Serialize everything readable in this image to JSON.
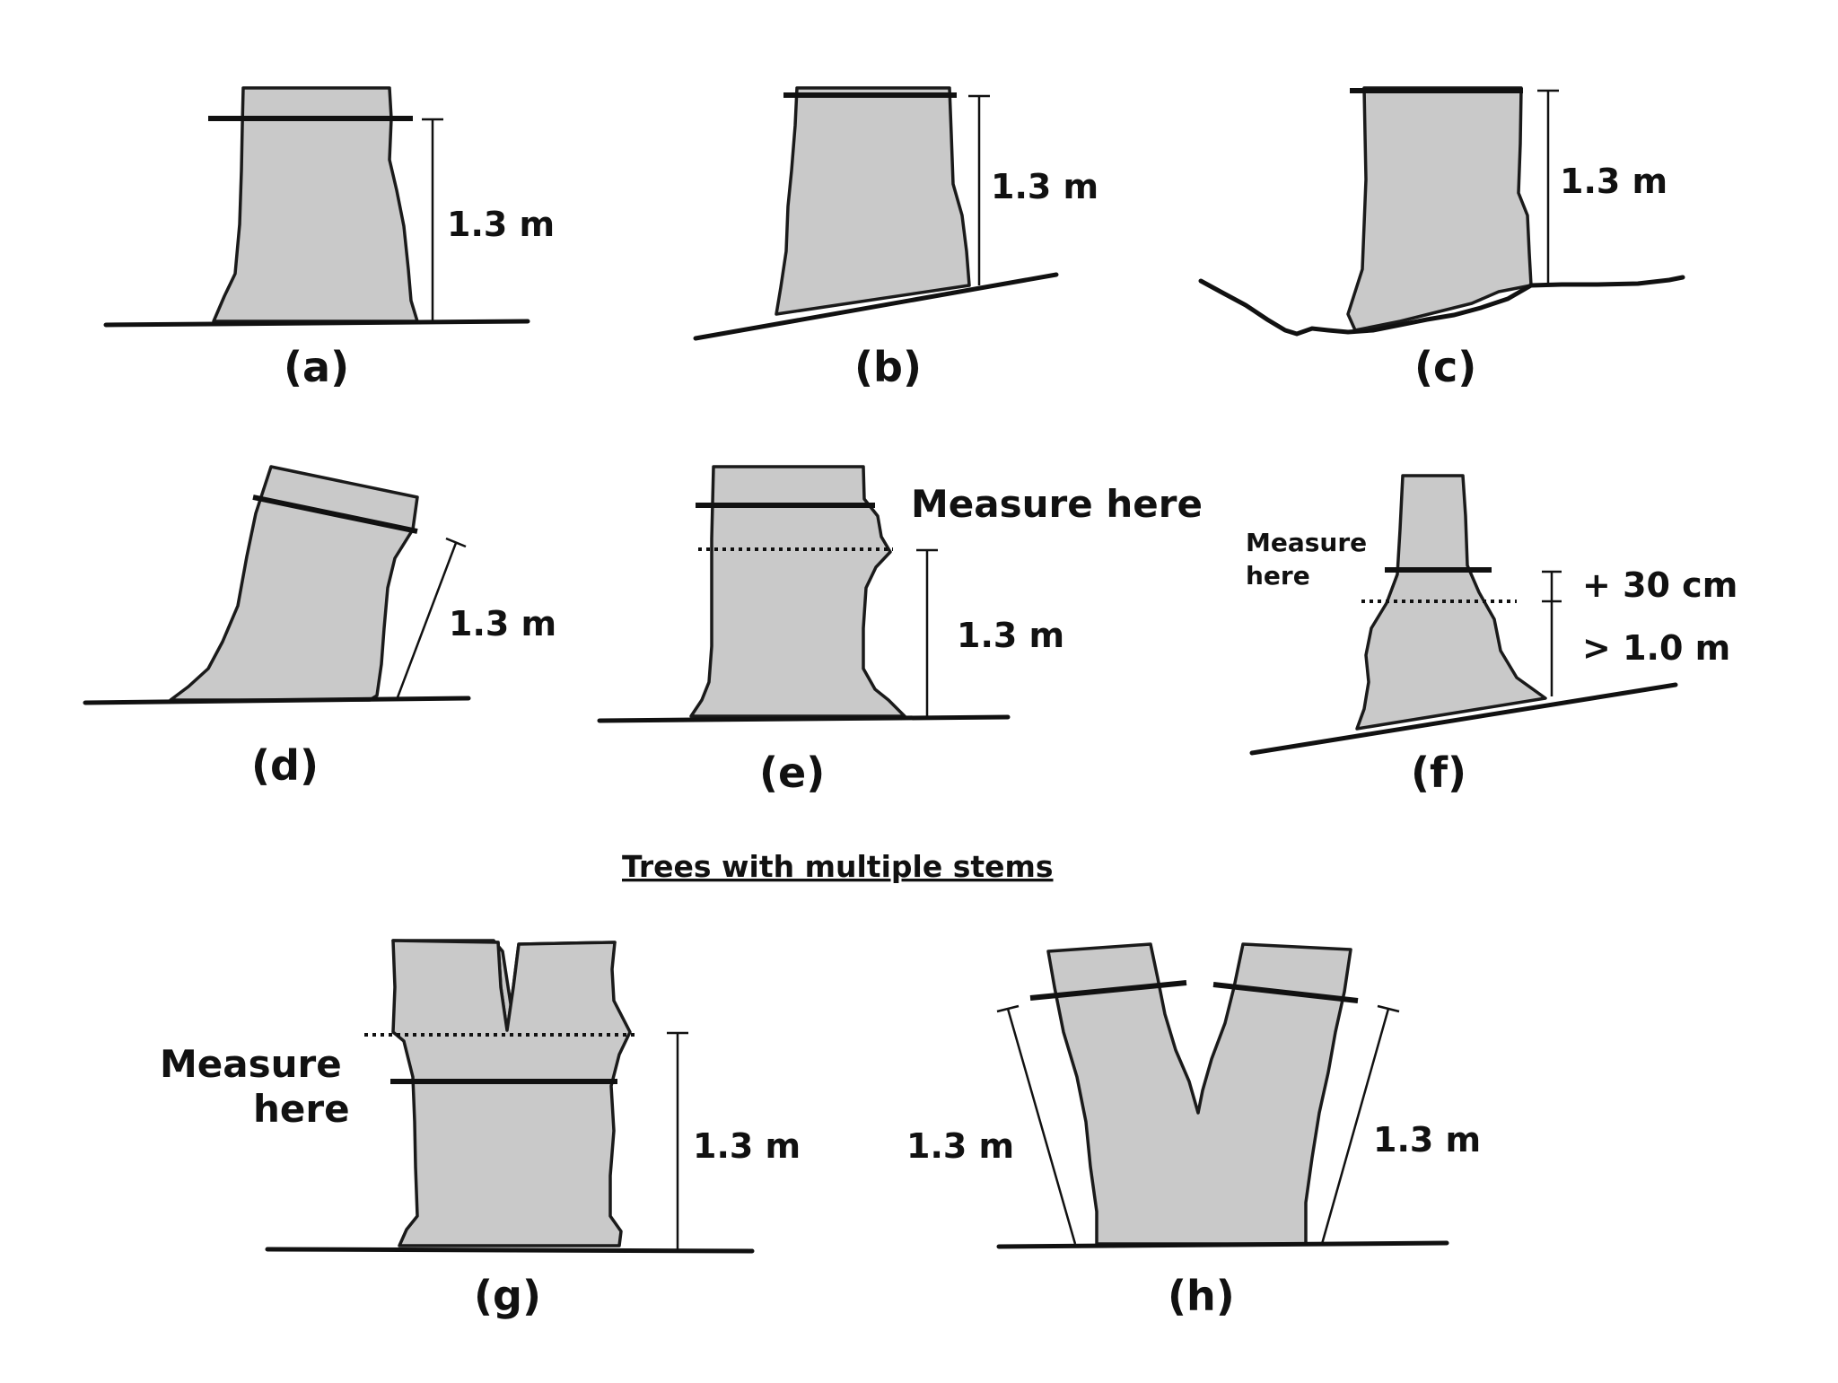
{
  "heading": "Trees with multiple stems",
  "colors": {
    "trunk_fill": "#c9c9c9",
    "stroke": "#111111",
    "background": "#ffffff"
  },
  "panels": {
    "a": {
      "label": "(a)",
      "height_label": "1.3 m"
    },
    "b": {
      "label": "(b)",
      "height_label": "1.3 m"
    },
    "c": {
      "label": "(c)",
      "height_label": "1.3 m"
    },
    "d": {
      "label": "(d)",
      "height_label": "1.3 m"
    },
    "e": {
      "label": "(e)",
      "height_label": "1.3 m",
      "note": "Measure here"
    },
    "f": {
      "label": "(f)",
      "note_line1": "Measure",
      "note_line2": "here",
      "offset_label": "+ 30 cm",
      "min_label": "> 1.0 m"
    },
    "g": {
      "label": "(g)",
      "height_label": "1.3 m",
      "note_line1": "Measure",
      "note_line2": "here"
    },
    "h": {
      "label": "(h)",
      "left_label": "1.3 m",
      "right_label": "1.3 m"
    }
  }
}
